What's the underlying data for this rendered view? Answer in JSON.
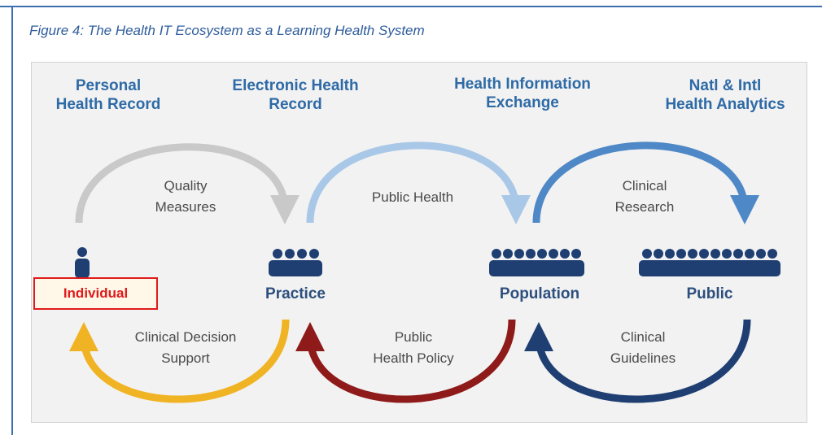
{
  "caption": "Figure 4: The Health IT Ecosystem as a Learning Health System",
  "top_labels": {
    "phr": [
      "Personal",
      "Health Record"
    ],
    "ehr": [
      "Electronic Health",
      "Record"
    ],
    "hie": [
      "Health Information",
      "Exchange"
    ],
    "analytics": [
      "Natl & Intl",
      "Health Analytics"
    ]
  },
  "top_arcs": {
    "quality": [
      "Quality",
      "Measures"
    ],
    "public_health": [
      "Public Health"
    ],
    "research": [
      "Clinical",
      "Research"
    ]
  },
  "nodes": {
    "practice": "Practice",
    "population": "Population",
    "public": "Public"
  },
  "bottom_arcs": {
    "cds": [
      "Clinical Decision",
      "Support"
    ],
    "policy": [
      "Public",
      "Health Policy"
    ],
    "guidelines": [
      "Clinical",
      "Guidelines"
    ]
  },
  "highlight_label": "Individual",
  "colors": {
    "gray_arc": "#c9c9c9",
    "light_blue_arc": "#a9c8e8",
    "blue_arc": "#4f88c6",
    "yellow_arc": "#f0b323",
    "red_arc": "#8f1a1a",
    "navy_arc": "#1f3f73",
    "people": "#1f3f73",
    "highlight": "#e01b1b"
  }
}
